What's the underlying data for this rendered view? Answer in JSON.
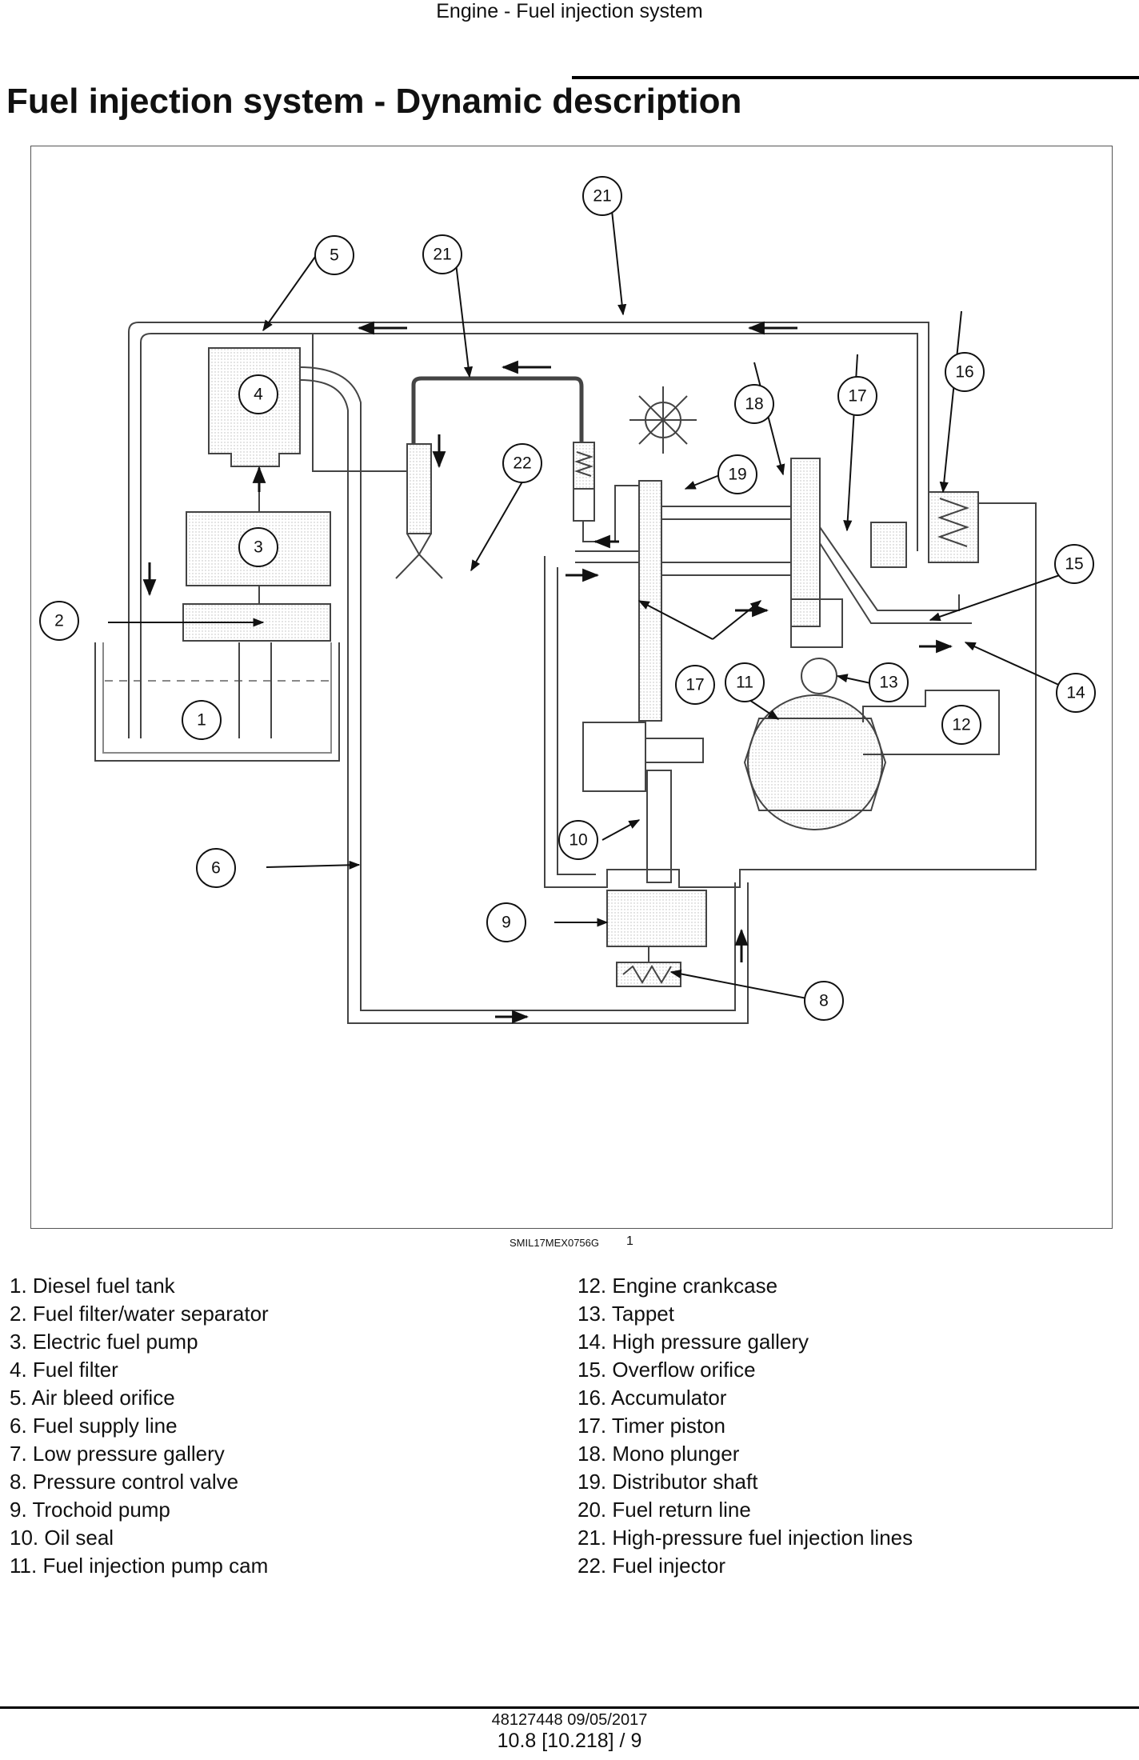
{
  "header": {
    "running_title": "Engine - Fuel injection system",
    "page_title": "Fuel injection system - Dynamic description"
  },
  "figure": {
    "code": "SMIL17MEX0756G",
    "number": "1",
    "callouts": [
      "21",
      "5",
      "21",
      "4",
      "16",
      "18",
      "17",
      "19",
      "22",
      "3",
      "15",
      "2",
      "17",
      "11",
      "13",
      "14",
      "1",
      "12",
      "10",
      "6",
      "9",
      "8"
    ]
  },
  "legend": {
    "left": [
      "1.  Diesel fuel tank",
      "2.  Fuel filter/water separator",
      "3.  Electric fuel pump",
      "4.  Fuel filter",
      "5.  Air bleed orifice",
      "6.  Fuel supply line",
      "7.  Low pressure gallery",
      "8.  Pressure control valve",
      "9.  Trochoid pump",
      "10.  Oil seal",
      "11.  Fuel injection pump cam"
    ],
    "right": [
      "12.  Engine crankcase",
      "13.  Tappet",
      "14.  High pressure gallery",
      "15.  Overflow orifice",
      "16.  Accumulator",
      "17.  Timer piston",
      "18.  Mono plunger",
      "19.  Distributor shaft",
      "20.  Fuel return line",
      "21.  High-pressure fuel injection lines",
      "22.  Fuel injector"
    ]
  },
  "footer": {
    "doc_ref": "48127448 09/05/2017",
    "page_ref": "10.8 [10.218] / 9"
  }
}
